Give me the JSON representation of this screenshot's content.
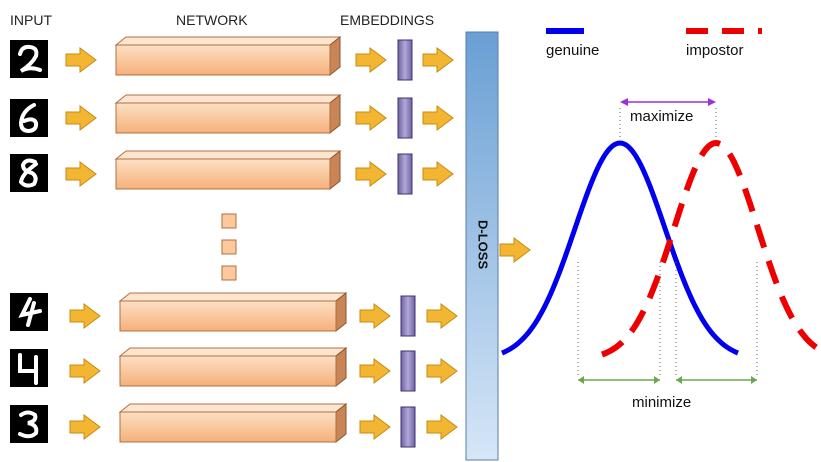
{
  "headers": {
    "input": "INPUT",
    "network": "NETWORK",
    "embeddings": "EMBEDDINGS"
  },
  "dloss_label": "D-LOSS",
  "legend": {
    "genuine": {
      "label": "genuine",
      "color": "#0000ee",
      "style": "solid"
    },
    "impostor": {
      "label": "impostor",
      "color": "#ee0000",
      "style": "dashed"
    }
  },
  "annotations": {
    "maximize": "maximize",
    "minimize": "minimize"
  },
  "inputs": [
    {
      "digit": "2"
    },
    {
      "digit": "6"
    },
    {
      "digit": "8"
    },
    {
      "digit": "4"
    },
    {
      "digit": "4"
    },
    {
      "digit": "3"
    }
  ],
  "colors": {
    "arrow": "#f2b632",
    "block": "#f9c9a0",
    "embedding": "#8e7fb8",
    "dloss": "#6ea0d3",
    "maximize": "#9b30d9",
    "minimize": "#6aa84f"
  }
}
